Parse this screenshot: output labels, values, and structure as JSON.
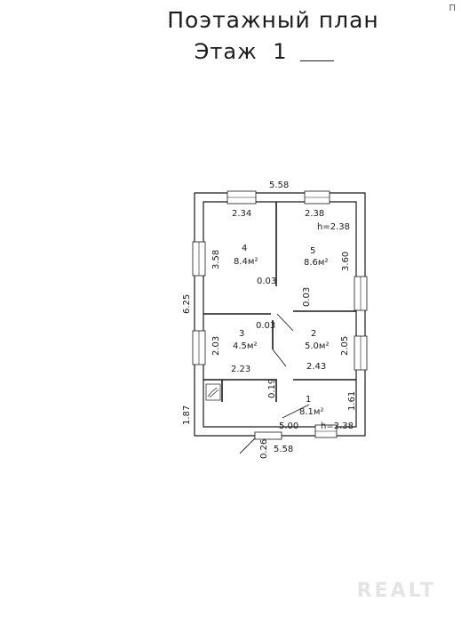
{
  "title_line1": "Поэтажный план",
  "title_line2": "Этаж",
  "floor_number": "1",
  "corner_mark": "П",
  "watermark": "REALT",
  "rooms": [
    {
      "number": "4",
      "area": "8.4м²",
      "width": "2.34",
      "length": "3.58"
    },
    {
      "number": "5",
      "area": "8.6м²",
      "width": "2.38",
      "length": "3.60",
      "height": "h=2.38"
    },
    {
      "number": "3",
      "area": "4.5м²",
      "width": "2.23",
      "length": "2.03"
    },
    {
      "number": "2",
      "area": "5.0м²",
      "width": "2.43",
      "length": "2.05"
    },
    {
      "number": "1",
      "area": "8.1м²",
      "width": "5.00",
      "length": "1.61",
      "height": "h=2.38"
    }
  ],
  "dimensions": {
    "outer_top": "5.58",
    "outer_bottom": "5.58",
    "outer_left_upper": "6.25",
    "outer_left_lower": "1.87",
    "wall_room4": "0.03",
    "wall_room5": "0.03",
    "wall_room3": "0.03",
    "partition_lower": "0.19",
    "entrance": "0.26"
  }
}
